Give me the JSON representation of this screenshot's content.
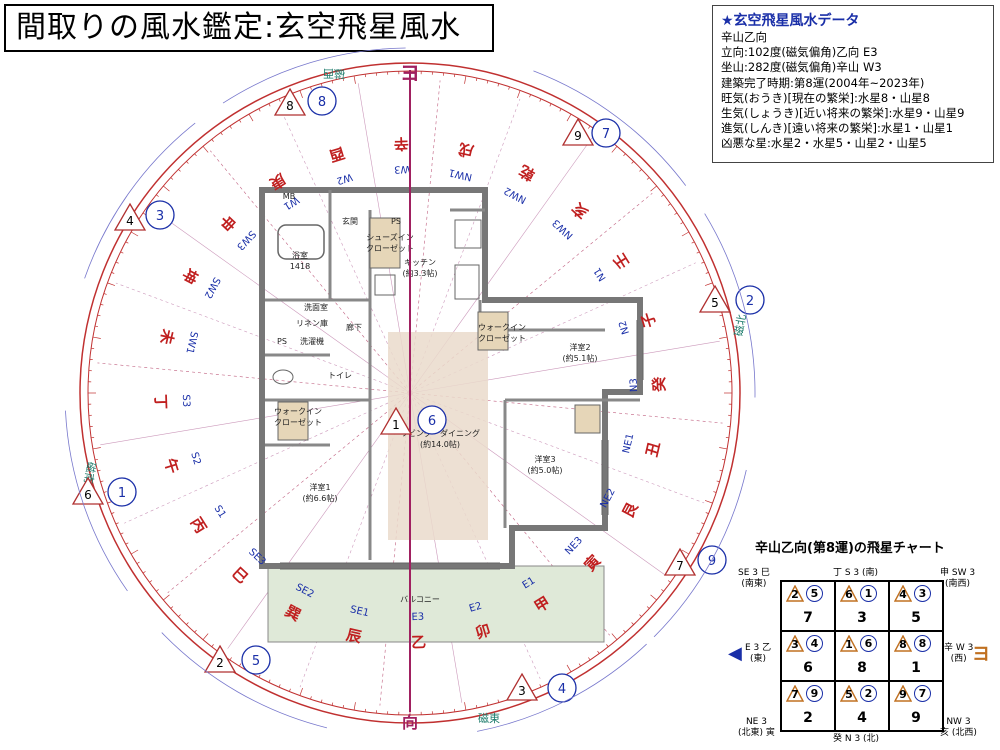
{
  "title": "間取りの風水鑑定:玄空飛星風水",
  "data_box": {
    "header": "★玄空飛星風水データ",
    "lines": [
      "辛山乙向",
      "立向:102度(磁気偏角)乙向 E3",
      "坐山:282度(磁気偏角)辛山 W3",
      "建築完了時期:第8運(2004年~2023年)",
      "旺気(おうき)[現在の繁栄]:水星8・山星8",
      "生気(しょうき)[近い将来の繁栄]:水星9・山星9",
      "進気(しんき)[遠い将来の繁栄]:水星1・山星1",
      "凶悪な星:水星2・水星5・山星2・山星5"
    ]
  },
  "compass": {
    "top_marker": "ヨ",
    "bottom_marker": "向",
    "mag_west": "磁西",
    "mag_east": "磁東",
    "mag_north": "磁北",
    "mag_south": "磁南",
    "directions": [
      {
        "kanji": "辛",
        "code": "W3"
      },
      {
        "kanji": "戌",
        "code": "NW1"
      },
      {
        "kanji": "乾",
        "code": "NW2"
      },
      {
        "kanji": "亥",
        "code": "NW3"
      },
      {
        "kanji": "壬",
        "code": "N1"
      },
      {
        "kanji": "子",
        "code": "N2"
      },
      {
        "kanji": "癸",
        "code": "N3"
      },
      {
        "kanji": "丑",
        "code": "NE1"
      },
      {
        "kanji": "艮",
        "code": "NE2"
      },
      {
        "kanji": "寅",
        "code": "NE3"
      },
      {
        "kanji": "甲",
        "code": "E1"
      },
      {
        "kanji": "卯",
        "code": "E2"
      },
      {
        "kanji": "乙",
        "code": "E3"
      },
      {
        "kanji": "辰",
        "code": "SE1"
      },
      {
        "kanji": "巽",
        "code": "SE2"
      },
      {
        "kanji": "巳",
        "code": "SE3"
      },
      {
        "kanji": "丙",
        "code": "S1"
      },
      {
        "kanji": "午",
        "code": "S2"
      },
      {
        "kanji": "丁",
        "code": "S3"
      },
      {
        "kanji": "未",
        "code": "SW1"
      },
      {
        "kanji": "坤",
        "code": "SW2"
      },
      {
        "kanji": "申",
        "code": "SW3"
      },
      {
        "kanji": "庚",
        "code": "W1"
      },
      {
        "kanji": "酉",
        "code": "W2"
      }
    ],
    "outer_pairs": [
      {
        "mountain": "8",
        "water": "8"
      },
      {
        "mountain": "9",
        "water": "7"
      },
      {
        "mountain": "5",
        "water": "2"
      },
      {
        "mountain": "7",
        "water": "9"
      },
      {
        "mountain": "3",
        "water": "4"
      },
      {
        "mountain": "2",
        "water": "5"
      },
      {
        "mountain": "6",
        "water": "1"
      },
      {
        "mountain": "4",
        "water": "3"
      }
    ],
    "center_pair": {
      "mountain": "1",
      "water": "6"
    }
  },
  "rooms": [
    {
      "name": "MB"
    },
    {
      "name": "玄関"
    },
    {
      "name": "PS"
    },
    {
      "name": "シューズイン\nクローゼット"
    },
    {
      "name": "キッチン\n(約3.3帖)"
    },
    {
      "name": "浴室\n1418"
    },
    {
      "name": "洗面室"
    },
    {
      "name": "リネン庫"
    },
    {
      "name": "洗濯機"
    },
    {
      "name": "PS"
    },
    {
      "name": "廊下"
    },
    {
      "name": "トイレ"
    },
    {
      "name": "ウォークイン\nクローゼット"
    },
    {
      "name": "ウォークイン\nクローゼット"
    },
    {
      "name": "洋室2\n(約5.1帖)"
    },
    {
      "name": "リビング・ダイニング\n(約14.0帖)"
    },
    {
      "name": "洋室3\n(約5.0帖)"
    },
    {
      "name": "洋室1\n(約6.6帖)"
    },
    {
      "name": "バルコニー"
    }
  ],
  "chart": {
    "title": "辛山乙向(第8運)の飛星チャート",
    "labels": {
      "se": "SE 3 巳\n(南東)",
      "s": "丁 S 3 (南)",
      "sw": "申 SW 3\n(南西)",
      "e": "E 3 乙\n(東)",
      "w": "辛 W 3\n(西)",
      "ne": "NE 3\n(北東) 寅",
      "n": "癸 N 3 (北)",
      "nw": "NW 3\n亥 (北西)"
    },
    "arrow": "◀",
    "back_marker": "ヨ",
    "cells": [
      {
        "mountain": "2",
        "water": "5",
        "period": "7"
      },
      {
        "mountain": "6",
        "water": "1",
        "period": "3"
      },
      {
        "mountain": "4",
        "water": "3",
        "period": "5"
      },
      {
        "mountain": "3",
        "water": "4",
        "period": "6"
      },
      {
        "mountain": "1",
        "water": "6",
        "period": "8"
      },
      {
        "mountain": "8",
        "water": "8",
        "period": "1"
      },
      {
        "mountain": "7",
        "water": "9",
        "period": "2"
      },
      {
        "mountain": "5",
        "water": "2",
        "period": "4"
      },
      {
        "mountain": "9",
        "water": "7",
        "period": "9"
      }
    ]
  }
}
